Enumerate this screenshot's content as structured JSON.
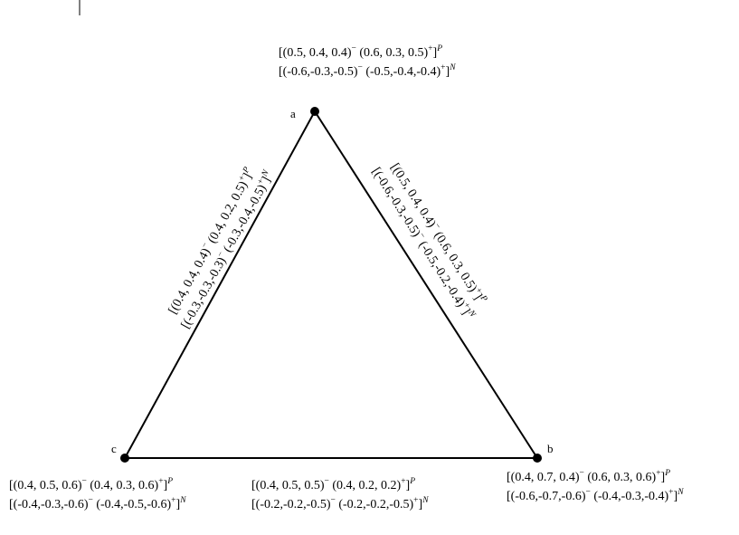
{
  "graph": {
    "vertices": [
      {
        "id": "a",
        "name": "a",
        "P": {
          "minus": "(0.5, 0.4, 0.4)",
          "plus": "(0.6, 0.3, 0.5)"
        },
        "N": {
          "minus": "(-0.6,-0.3,-0.5)",
          "plus": "(-0.5,-0.4,-0.4)"
        }
      },
      {
        "id": "b",
        "name": "b",
        "P": {
          "minus": "(0.4, 0.7, 0.4)",
          "plus": "(0.6, 0.3, 0.6)"
        },
        "N": {
          "minus": "(-0.6,-0.7,-0.6)",
          "plus": "(-0.4,-0.3,-0.4)"
        }
      },
      {
        "id": "c",
        "name": "c",
        "P": {
          "minus": "(0.4, 0.5, 0.6)",
          "plus": "(0.4, 0.3, 0.6)"
        },
        "N": {
          "minus": "(-0.4,-0.3,-0.6)",
          "plus": "(-0.4,-0.5,-0.6)"
        }
      }
    ],
    "edges": [
      {
        "id": "ab",
        "from": "a",
        "to": "b",
        "P": {
          "minus": "(0.5, 0.4, 0.4)",
          "plus": "(0.6, 0.3, 0.5)"
        },
        "N": {
          "minus": "(-0.6,-0.3,-0.5)",
          "plus": "(-0.5,-0.2,-0.4)"
        }
      },
      {
        "id": "ac",
        "from": "a",
        "to": "c",
        "P": {
          "minus": "(0.4, 0.4, 0.4)",
          "plus": "(0.4, 0.2, 0.5)"
        },
        "N": {
          "minus": "(-0.3,-0.3,-0.3)",
          "plus": "(-0.3,-0.4,-0.5)"
        }
      },
      {
        "id": "bc",
        "from": "b",
        "to": "c",
        "P": {
          "minus": "(0.4, 0.5, 0.5)",
          "plus": "(0.4, 0.2, 0.2)"
        },
        "N": {
          "minus": "(-0.2,-0.2,-0.5)",
          "plus": "(-0.2,-0.2,-0.5)"
        }
      }
    ],
    "markers": {
      "minus": "−",
      "plus": "+",
      "P": "P",
      "N": "N",
      "open": "[",
      "close": "]"
    }
  }
}
